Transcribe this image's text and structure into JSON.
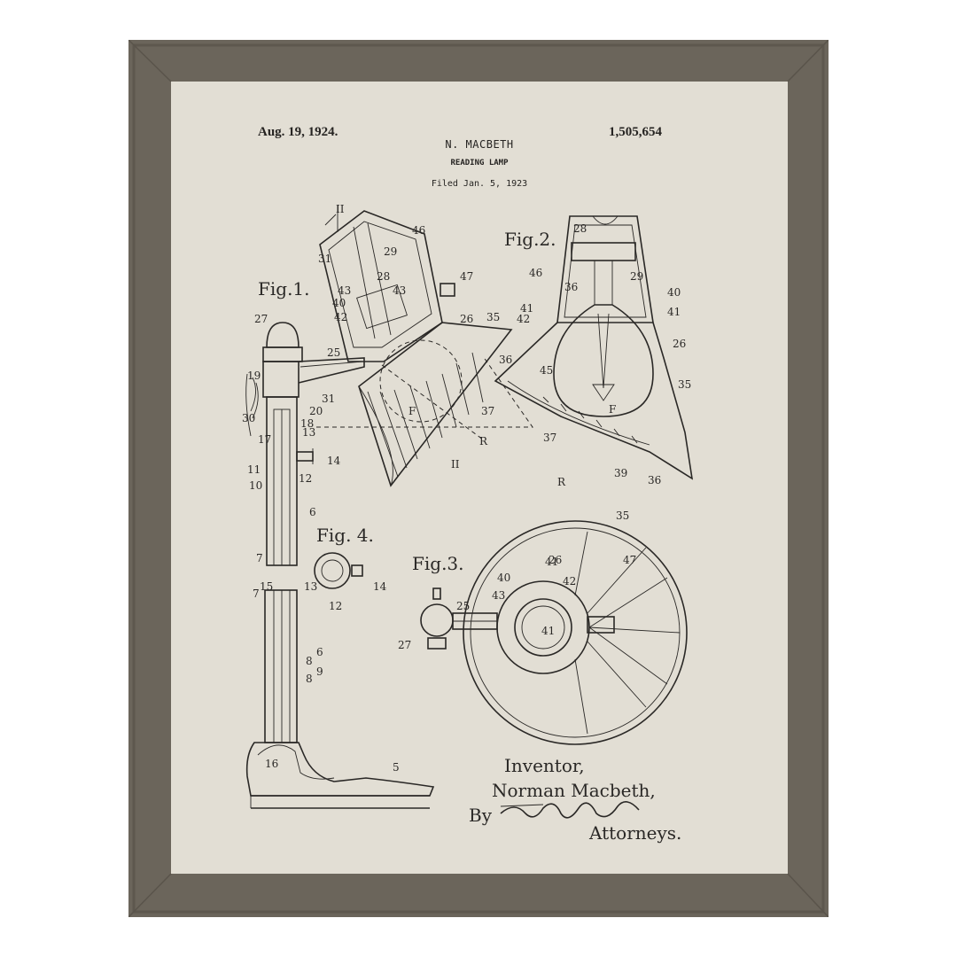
{
  "patent": {
    "date": "Aug. 19, 1924.",
    "inventor_header": "N. MACBETH",
    "title": "READING LAMP",
    "filed": "Filed Jan. 5, 1923",
    "number": "1,505,654"
  },
  "figures": {
    "fig1": "Fig.1.",
    "fig2": "Fig.2.",
    "fig3": "Fig.3.",
    "fig4": "Fig. 4."
  },
  "reference_numerals": {
    "fig1": [
      "II",
      "46",
      "31",
      "29",
      "28",
      "47",
      "43",
      "43",
      "40",
      "42",
      "26",
      "35",
      "27",
      "25",
      "36",
      "19",
      "31",
      "20",
      "F",
      "37",
      "30",
      "18",
      "R",
      "17",
      "13",
      "14",
      "11",
      "10",
      "12",
      "II",
      "6",
      "7",
      "15",
      "7",
      "6",
      "8",
      "9",
      "8",
      "16",
      "5"
    ],
    "fig2": [
      "28",
      "46",
      "29",
      "36",
      "40",
      "41",
      "42",
      "41",
      "26",
      "45",
      "35",
      "F",
      "37",
      "R",
      "39",
      "36"
    ],
    "fig3": [
      "35",
      "41",
      "26",
      "40",
      "47",
      "42",
      "43",
      "25",
      "41",
      "27"
    ],
    "fig4": [
      "13",
      "14",
      "12"
    ]
  },
  "signature": {
    "line1": "Inventor,",
    "line2": "Norman Macbeth,",
    "by": "By",
    "attorneys": "Attorneys."
  },
  "colors": {
    "frame": "#6b655b",
    "paper": "#e2ded4",
    "ink": "#2a2826"
  }
}
